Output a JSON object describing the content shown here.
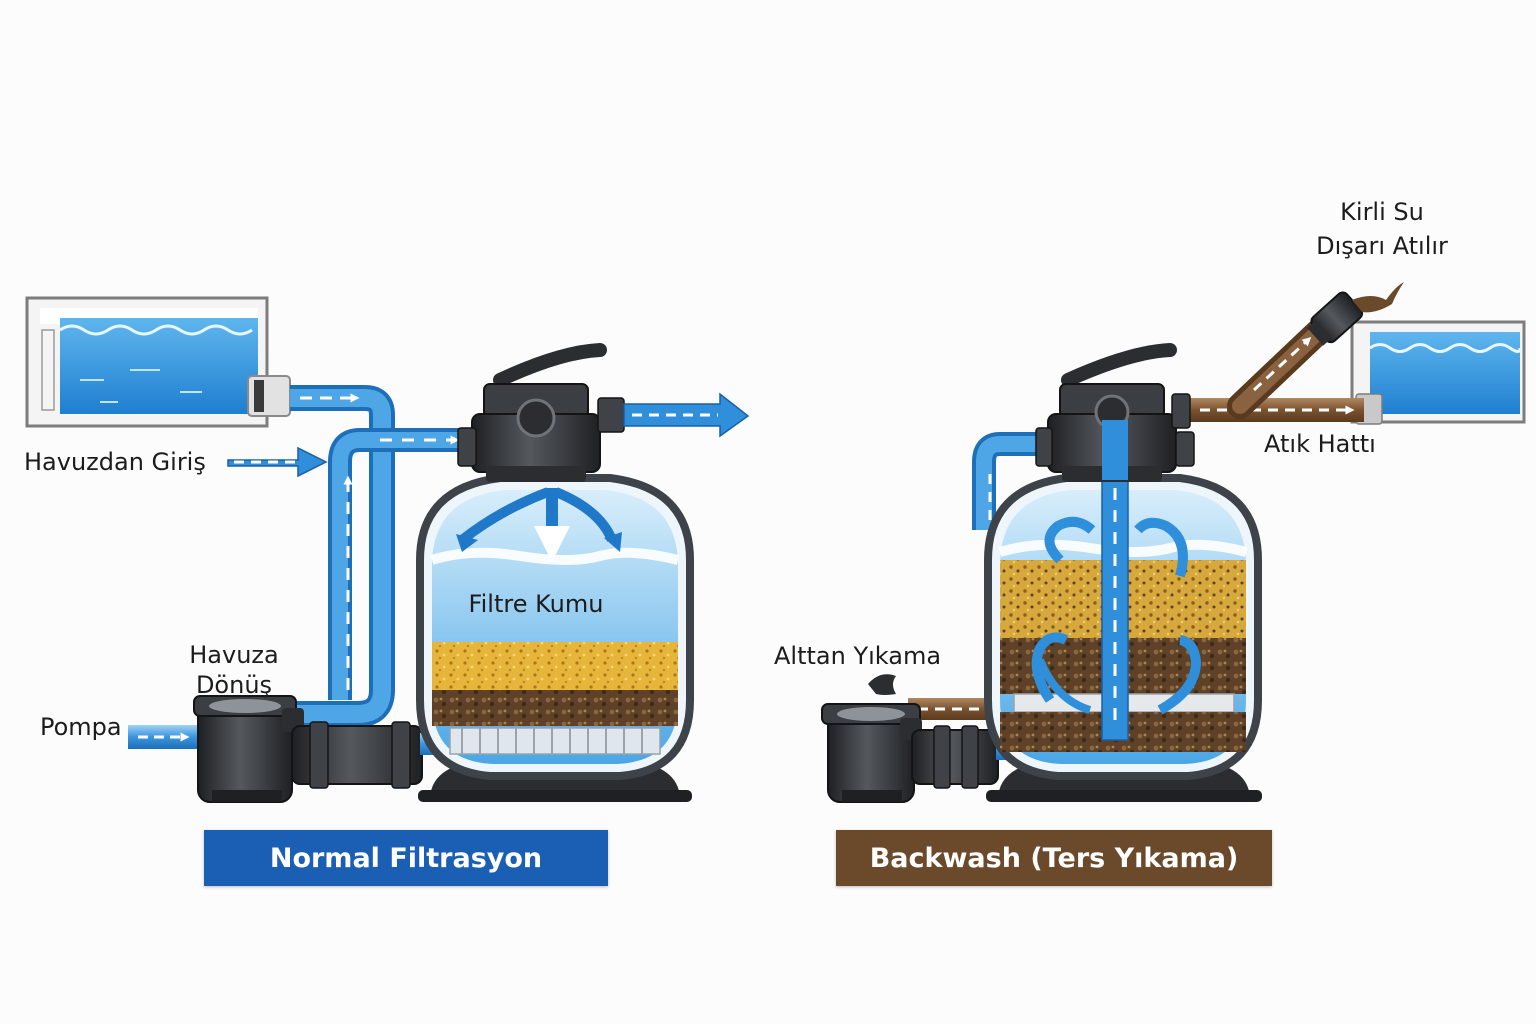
{
  "labels": {
    "pool_inlet": "Havuzdan Giriş",
    "return_to_pool": [
      "Havuza",
      "Dönüş"
    ],
    "pump": "Pompa",
    "filter_sand": "Filtre Kumu",
    "bottom_wash": "Alttan Yıkama",
    "waste_line": "Atık Hattı",
    "dirty_water_out": [
      "Kirli Su",
      "Dışarı Atılır"
    ]
  },
  "captions": {
    "normal": "Normal Filtrasyon",
    "backwash": "Backwash (Ters Yıkama)"
  },
  "colors": {
    "normal_caption": "#1a5fb4",
    "backwash_caption": "#6b4a2b",
    "clean_water": "#3b9be0",
    "dirty_water": "#7a5230",
    "sand": "#e6b53a",
    "gravel": "#6a4a2a",
    "valve_dark": "#2b2d30"
  }
}
